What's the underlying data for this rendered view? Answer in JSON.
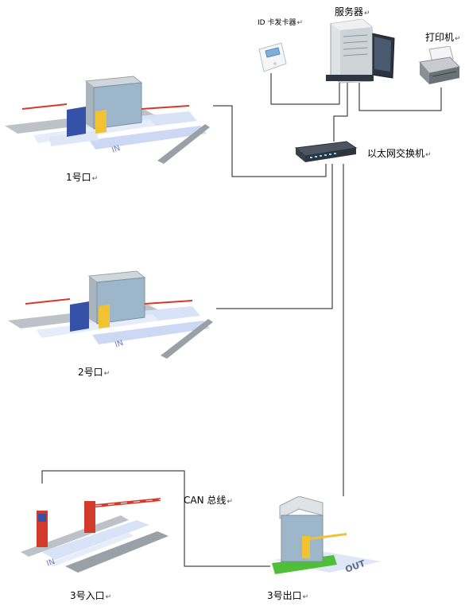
{
  "labels": {
    "card_reader": "ID 卡发卡器",
    "server": "服务器",
    "printer": "打印机",
    "switch": "以太网交换机",
    "gate1": "1号口",
    "gate2": "2号口",
    "can_bus": "CAN 总线",
    "gate3_in": "3号入口",
    "gate3_out": "3号出口",
    "paragraph_mark": "↵",
    "road_in_text": "IN",
    "road_out_text": "OUT"
  },
  "colors": {
    "wire": "#1a1a1a",
    "booth_glass": "#9db6c9",
    "booth_frame": "#b7c3cc",
    "barrier_red": "#d43a2a",
    "barrier_white": "#ffffff",
    "terminal_yellow": "#f2c230",
    "lane_blue": "#c9d6f2",
    "curb_gray": "#9aa1a6",
    "base_green": "#4fbf3a"
  },
  "icons": [
    "card-reader-icon",
    "server-icon",
    "printer-icon",
    "switch-icon",
    "parking-booth-icon",
    "barrier-gate-icon",
    "entry-terminal-icon"
  ]
}
